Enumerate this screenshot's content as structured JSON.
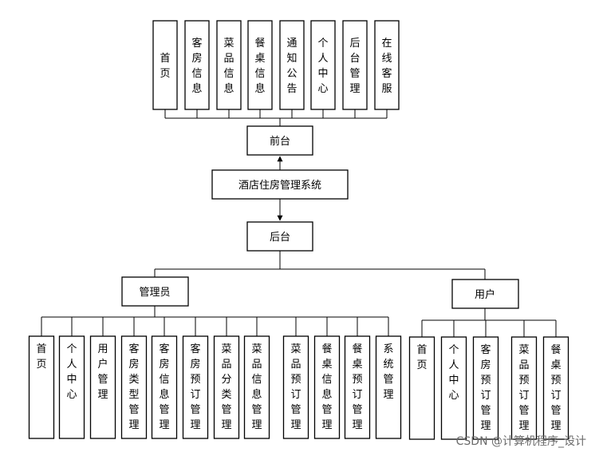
{
  "root": {
    "label": "酒店住房管理系统"
  },
  "front": {
    "label": "前台",
    "modules": [
      "首页",
      "客房信息",
      "菜品信息",
      "餐桌信息",
      "通知公告",
      "个人中心",
      "后台管理",
      "在线客服"
    ]
  },
  "back": {
    "label": "后台",
    "admin": {
      "label": "管理员",
      "modules": [
        "首页",
        "个人中心",
        "用户管理",
        "客房类型管理",
        "客房信息管理",
        "客房预订管理",
        "菜品分类管理",
        "菜品信息管理",
        "菜品预订管理",
        "餐桌信息管理",
        "餐桌预订管理",
        "系统管理"
      ]
    },
    "user": {
      "label": "用户",
      "modules": [
        "首页",
        "个人中心",
        "客房预订管理",
        "菜品预订管理",
        "餐桌预订管理"
      ]
    }
  },
  "watermark": "CSDN @计算机程序_设计"
}
